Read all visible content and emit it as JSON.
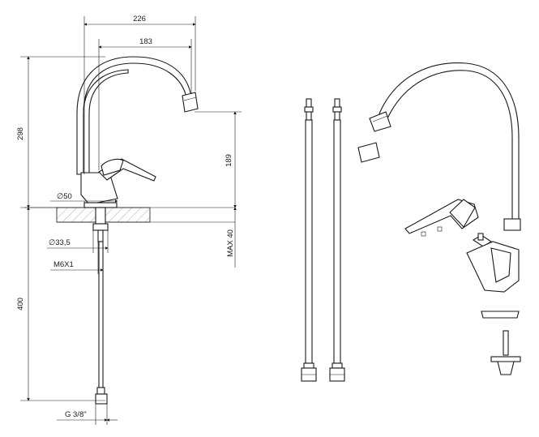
{
  "dimensions": {
    "overall_width": "226",
    "spout_reach": "183",
    "overall_height": "298",
    "spout_height": "189",
    "base_diameter": "∅50",
    "shank_diameter": "∅33,5",
    "thread": "M6X1",
    "deck_thickness": "MAX 40",
    "hose_length": "400",
    "hose_connection": "G 3/8\""
  },
  "icons": {
    "front_view": "faucet-front-view",
    "hoses": "flexible-hose",
    "exploded_view": "faucet-exploded-view"
  }
}
